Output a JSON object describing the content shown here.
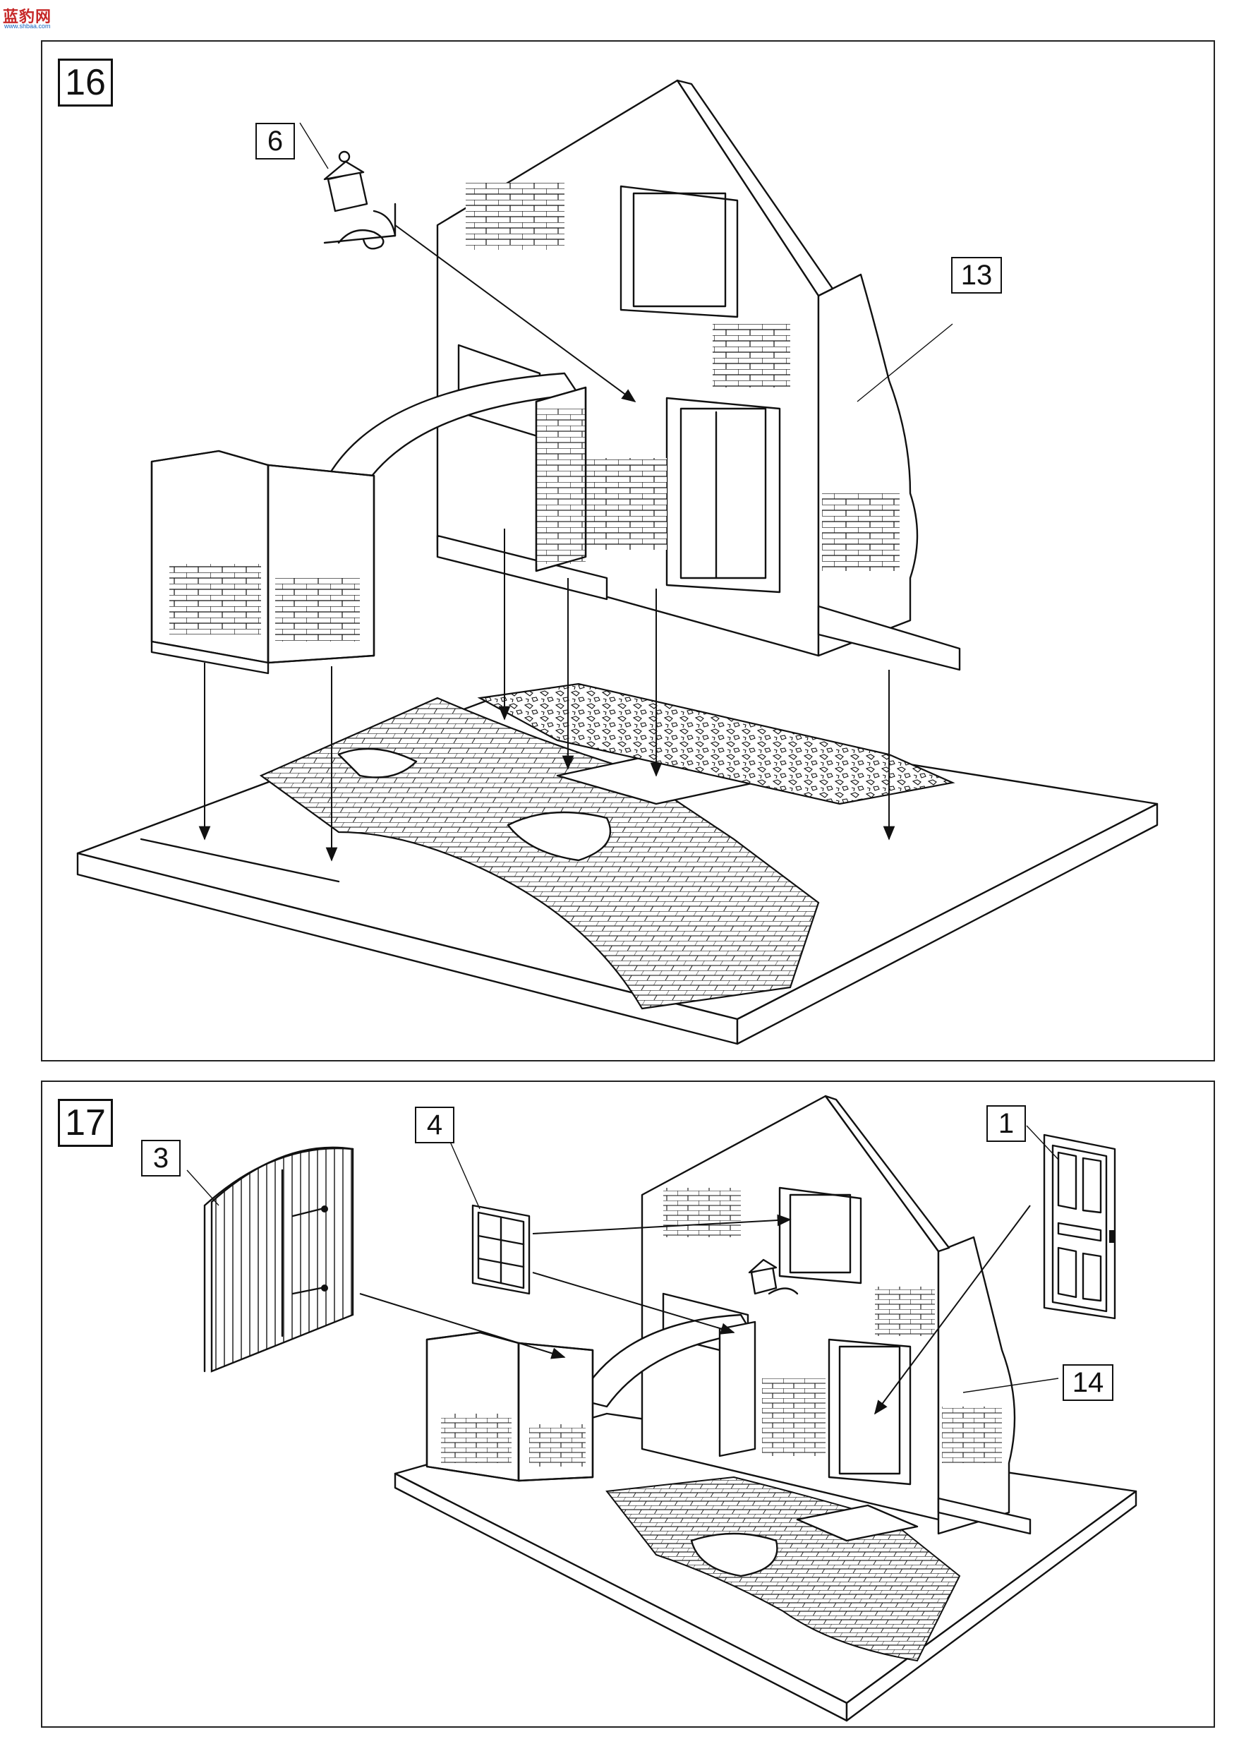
{
  "logo": {
    "text": "蓝豹网",
    "subtext": "www.shbaa.com"
  },
  "panels": {
    "step16": {
      "number": "16",
      "callouts": {
        "lamp": "6",
        "house": "13"
      }
    },
    "step17": {
      "number": "17",
      "callouts": {
        "gate": "3",
        "window": "4",
        "door": "1",
        "house": "14"
      }
    }
  },
  "colors": {
    "line": "#111111",
    "paper": "#ffffff",
    "logo_red": "#c62828",
    "logo_blue": "#1565c0"
  }
}
